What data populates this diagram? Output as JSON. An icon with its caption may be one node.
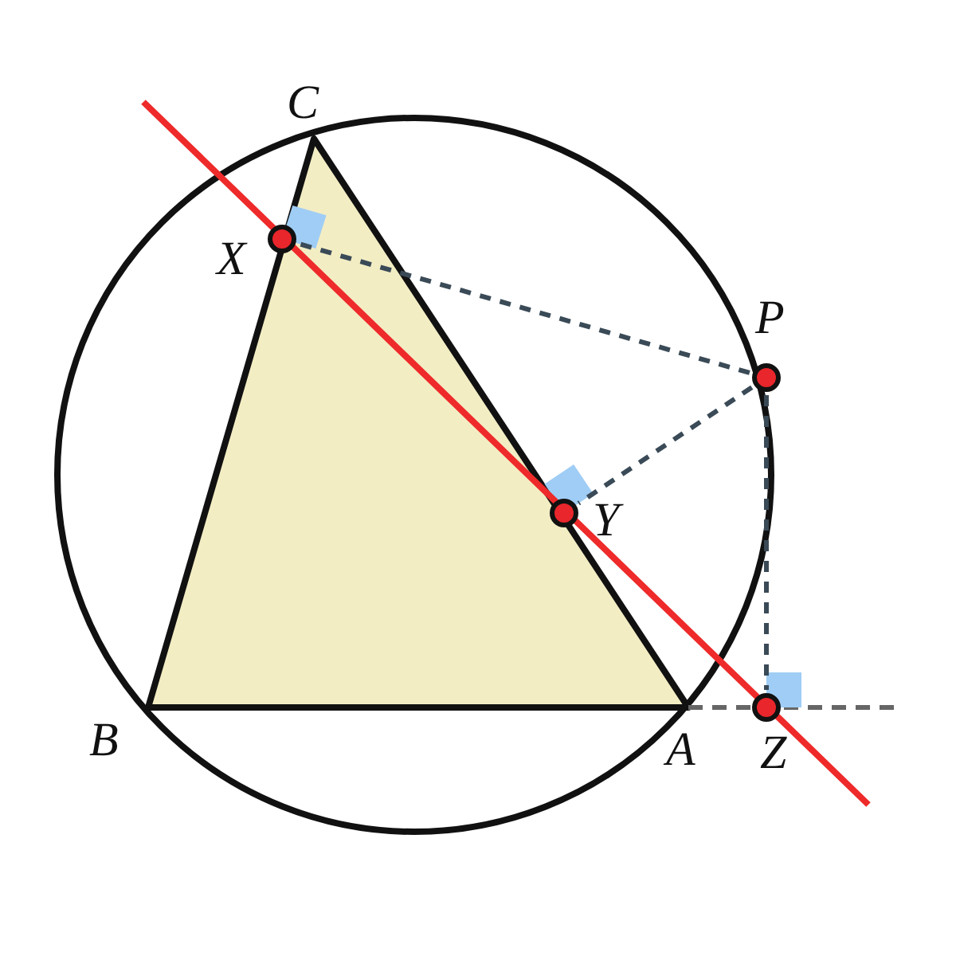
{
  "diagram": {
    "nodes": [
      {
        "text": [],
        "shape": "circle",
        "beside": [
          "P"
        ]
      },
      {
        "text": [],
        "shape": "circle",
        "beside": [
          "X"
        ]
      },
      {
        "text": [],
        "shape": "circle",
        "beside": [
          "Y"
        ]
      },
      {
        "text": [],
        "shape": "circle",
        "beside": [
          "Z"
        ]
      }
    ],
    "edges": [
      {
        "from": 0,
        "to": 1,
        "arrow": "none",
        "style": "dashed"
      },
      {
        "from": 0,
        "to": 2,
        "arrow": "none",
        "style": "dashed"
      },
      {
        "from": 0,
        "to": 3,
        "arrow": "none",
        "style": "dashed"
      }
    ],
    "labels": [
      "C",
      "B",
      "A"
    ]
  }
}
